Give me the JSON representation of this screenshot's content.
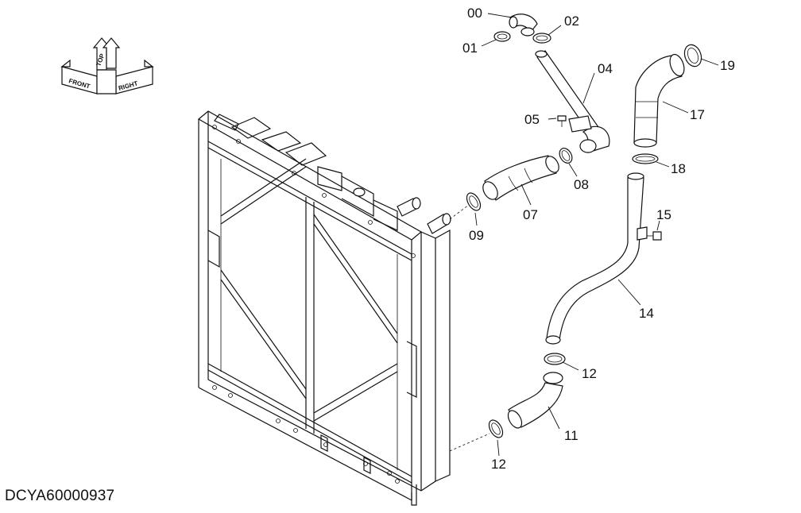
{
  "document_id": "DCYA60000937",
  "orientation": {
    "front": "FRONT",
    "top": "TOP",
    "right": "RIGHT"
  },
  "parts": [
    {
      "id": "00"
    },
    {
      "id": "01"
    },
    {
      "id": "02"
    },
    {
      "id": "04"
    },
    {
      "id": "05"
    },
    {
      "id": "07"
    },
    {
      "id": "08"
    },
    {
      "id": "09"
    },
    {
      "id": "11"
    },
    {
      "id": "12"
    },
    {
      "id": "12"
    },
    {
      "id": "14"
    },
    {
      "id": "15"
    },
    {
      "id": "17"
    },
    {
      "id": "18"
    },
    {
      "id": "19"
    }
  ]
}
